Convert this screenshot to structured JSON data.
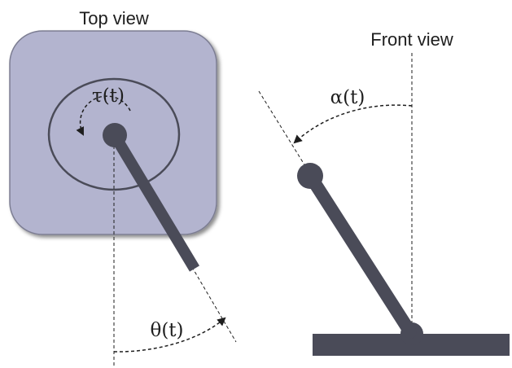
{
  "top_view": {
    "title": "Top view",
    "torque_label": "τ(t)",
    "angle_label": "θ(t)"
  },
  "front_view": {
    "title": "Front view",
    "angle_label": "α(t)"
  },
  "colors": {
    "base_fill": "#b3b4cf",
    "base_stroke": "#7c7d92",
    "rod": "#4a4b58",
    "ink": "#1e1e1e"
  }
}
